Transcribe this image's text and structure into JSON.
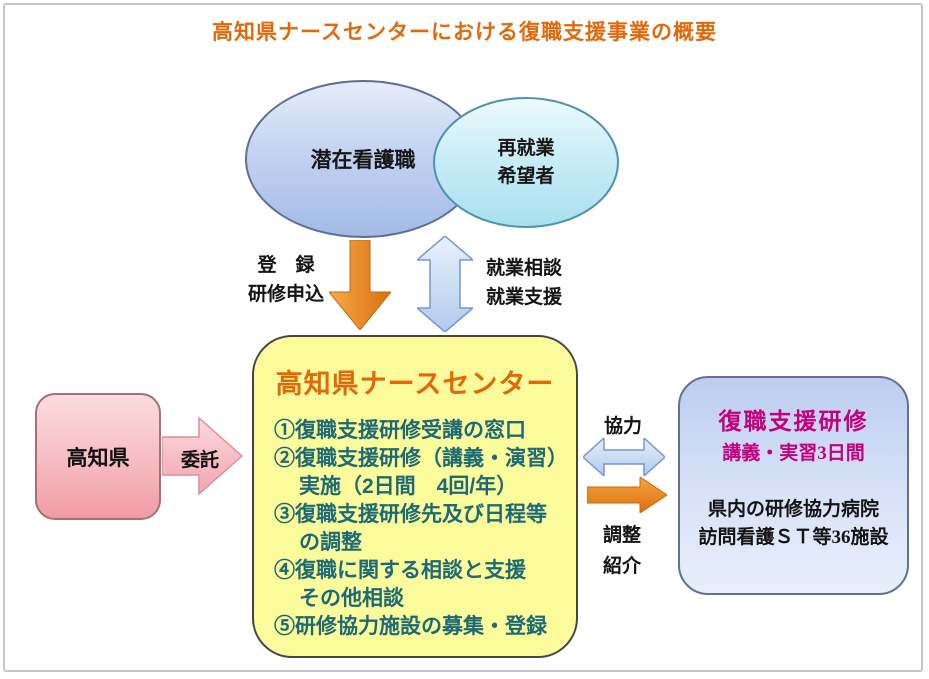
{
  "title": "高知県ナースセンターにおける復職支援事業の概要",
  "ellipses": {
    "potential_nurses": "潜在看護職",
    "reemployment_line1": "再就業",
    "reemployment_line2": "希望者"
  },
  "flows": {
    "registration_line1": "登　録",
    "registration_line2": "研修申込",
    "employment_line1": "就業相談",
    "employment_line2": "就業支援",
    "entrust": "委託",
    "cooperation": "協力",
    "coordination_line1": "調整",
    "coordination_line2": "紹介"
  },
  "left_box": {
    "label": "高知県"
  },
  "main_box": {
    "title": "高知県ナースセンター",
    "items": [
      "①復職支援研修受講の窓口",
      "②復職支援研修（講義・演習）",
      "実施（2日間　4回/年）",
      "③復職支援研修先及び日程等",
      "の調整",
      "④復職に関する相談と支援",
      "その他相談",
      "⑤研修協力施設の募集・登録"
    ]
  },
  "right_box": {
    "title": "復職支援研修",
    "subtitle": "講義・実習3日間",
    "line1": "県内の研修協力病院",
    "line2": "訪問看護ＳＴ等36施設"
  },
  "icons": {
    "registration_arrow": "down-arrow",
    "employment_arrow": "up-down-arrow",
    "entrust_arrow": "right-arrow",
    "cooperation_arrow": "left-right-arrow",
    "referral_arrow": "right-arrow"
  },
  "colors": {
    "title_orange": "#e2690b",
    "list_teal": "#1d6a74",
    "magenta": "#c4007e",
    "main_box_yellow": "#fbfb9c",
    "left_box_pink": "#f4b3ba",
    "right_box_blue": "#d6e1f7",
    "arrow_orange": "#e0741b",
    "arrow_blue": "#b1cbee"
  }
}
